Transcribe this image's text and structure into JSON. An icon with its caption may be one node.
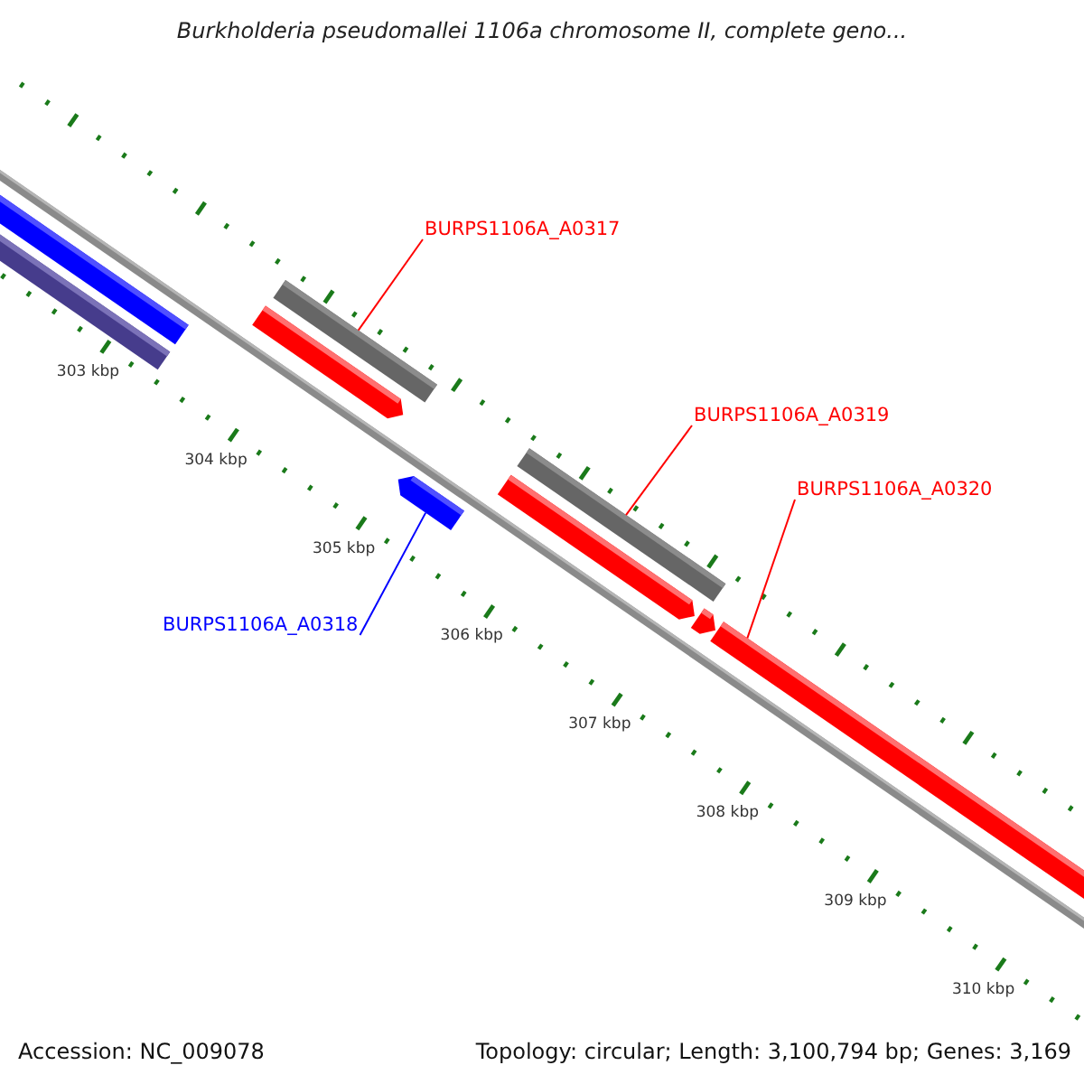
{
  "diagram": {
    "title": "Burkholderia pseudomallei 1106a chromosome II, complete geno...",
    "nodes": [
      {
        "text": [
          "BURPS1106A_A0317"
        ]
      },
      {
        "text": [],
        "shape": "bar"
      },
      {
        "text": [
          "BURPS1106A_A0319"
        ]
      },
      {
        "text": [],
        "shape": "bar"
      },
      {
        "text": [
          "BURPS1106A_A0320"
        ]
      },
      {
        "text": [],
        "shape": "bar"
      },
      {
        "text": [
          "BURPS1106A_A0318"
        ]
      },
      {
        "text": [],
        "shape": "bar"
      }
    ],
    "edges": [
      {
        "from": 0,
        "to": 1,
        "arrow": "none"
      },
      {
        "from": 2,
        "to": 3,
        "arrow": "none"
      },
      {
        "from": 4,
        "to": 5,
        "arrow": "none"
      },
      {
        "from": 6,
        "to": 7,
        "arrow": "none",
        "color": "#0000ff"
      }
    ],
    "labels": [
      "303 kbp",
      "304 kbp",
      "305 kbp",
      "306 kbp",
      "307 kbp",
      "308 kbp",
      "309 kbp",
      "310 kbp",
      "Accession: NC_009078",
      "Topology: circular; Length: 3,100,794 bp; Genes: 3,169"
    ]
  }
}
